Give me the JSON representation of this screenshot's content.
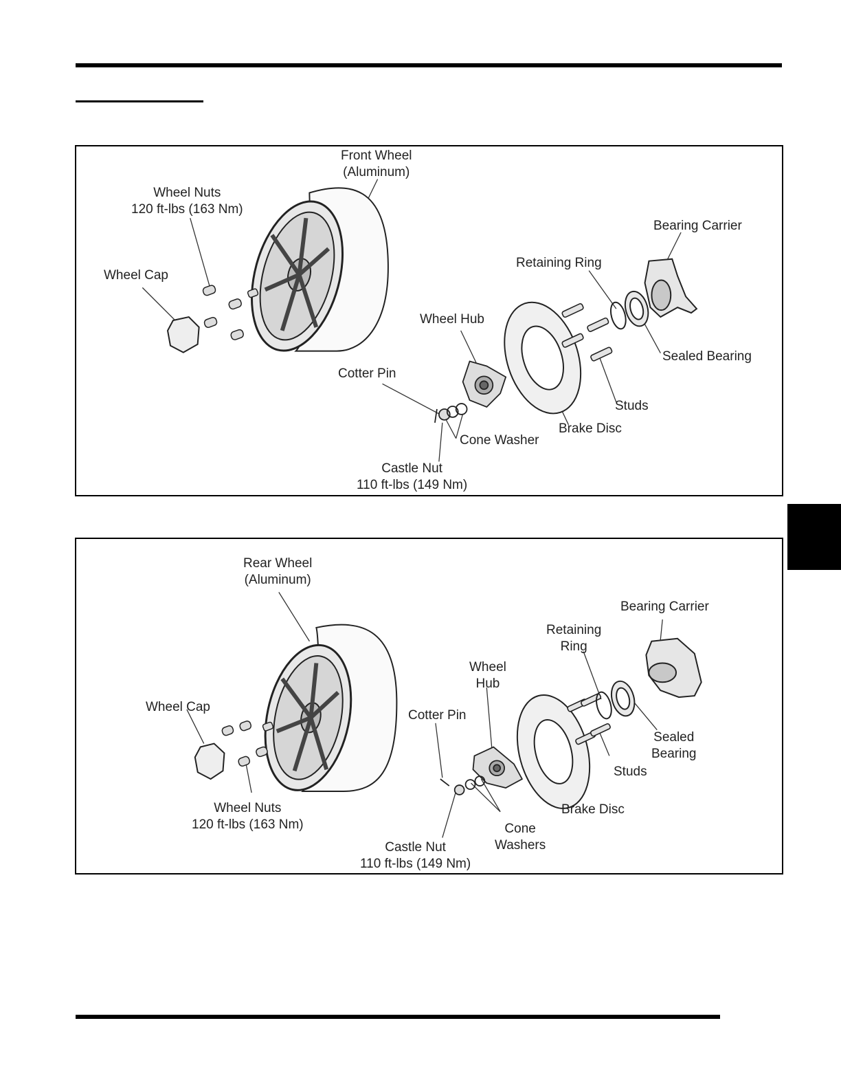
{
  "front_figure": {
    "labels": {
      "front_wheel": [
        "Front Wheel",
        "(Aluminum)"
      ],
      "wheel_nuts": [
        "Wheel Nuts",
        "120 ft-lbs (163 Nm)"
      ],
      "bearing_carrier": "Bearing Carrier",
      "retaining_ring": "Retaining Ring",
      "wheel_cap": "Wheel Cap",
      "wheel_hub": "Wheel Hub",
      "sealed_bearing": "Sealed Bearing",
      "cotter_pin": "Cotter Pin",
      "studs": "Studs",
      "cone_washer": "Cone Washer",
      "brake_disc": "Brake Disc",
      "castle_nut": [
        "Castle Nut",
        "110 ft-lbs (149 Nm)"
      ]
    }
  },
  "rear_figure": {
    "labels": {
      "rear_wheel": [
        "Rear Wheel",
        "(Aluminum)"
      ],
      "bearing_carrier": "Bearing Carrier",
      "retaining_ring": [
        "Retaining",
        "Ring"
      ],
      "wheel_hub": [
        "Wheel",
        "Hub"
      ],
      "wheel_cap": "Wheel Cap",
      "cotter_pin": "Cotter Pin",
      "sealed_bearing": [
        "Sealed",
        "Bearing"
      ],
      "studs": "Studs",
      "brake_disc": "Brake Disc",
      "wheel_nuts": [
        "Wheel Nuts",
        "120 ft-lbs (163 Nm)"
      ],
      "cone_washers": [
        "Cone",
        "Washers"
      ],
      "castle_nut": [
        "Castle Nut",
        "110 ft-lbs (149 Nm)"
      ]
    }
  }
}
